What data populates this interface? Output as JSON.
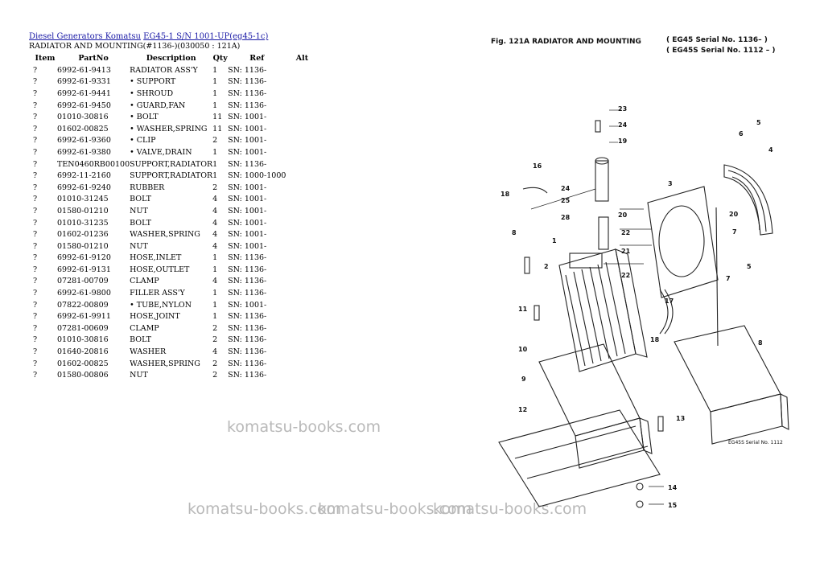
{
  "breadcrumb": {
    "link1": "Diesel Generators Komatsu",
    "link2": "EG45-1 S/N 1001-UP(eg45-1c)"
  },
  "subtitle": "RADIATOR AND MOUNTING(#1136-)(030050 : 121A)",
  "table": {
    "headers": [
      "Item",
      "PartNo",
      "Description",
      "Qty",
      "Ref",
      "Alt"
    ],
    "rows": [
      [
        "?",
        "6992-61-9413",
        "RADIATOR ASS'Y",
        "1",
        "SN: 1136-",
        ""
      ],
      [
        "?",
        "6992-61-9331",
        "• SUPPORT",
        "1",
        "SN: 1136-",
        ""
      ],
      [
        "?",
        "6992-61-9441",
        "• SHROUD",
        "1",
        "SN: 1136-",
        ""
      ],
      [
        "?",
        "6992-61-9450",
        "• GUARD,FAN",
        "1",
        "SN: 1136-",
        ""
      ],
      [
        "?",
        "01010-30816",
        "• BOLT",
        "11",
        "SN: 1001-",
        ""
      ],
      [
        "?",
        "01602-00825",
        "• WASHER,SPRING",
        "11",
        "SN: 1001-",
        ""
      ],
      [
        "?",
        "6992-61-9360",
        "• CLIP",
        "2",
        "SN: 1001-",
        ""
      ],
      [
        "?",
        "6992-61-9380",
        "• VALVE,DRAIN",
        "1",
        "SN: 1001-",
        ""
      ],
      [
        "?",
        "TEN0460RB00100",
        "SUPPORT,RADIATOR",
        "1",
        "SN: 1136-",
        ""
      ],
      [
        "?",
        "6992-11-2160",
        "SUPPORT,RADIATOR",
        "1",
        "SN: 1000-1000",
        ""
      ],
      [
        "?",
        "6992-61-9240",
        "RUBBER",
        "2",
        "SN: 1001-",
        ""
      ],
      [
        "?",
        "01010-31245",
        "BOLT",
        "4",
        "SN: 1001-",
        ""
      ],
      [
        "?",
        "01580-01210",
        "NUT",
        "4",
        "SN: 1001-",
        ""
      ],
      [
        "?",
        "01010-31235",
        "BOLT",
        "4",
        "SN: 1001-",
        ""
      ],
      [
        "?",
        "01602-01236",
        "WASHER,SPRING",
        "4",
        "SN: 1001-",
        ""
      ],
      [
        "?",
        "01580-01210",
        "NUT",
        "4",
        "SN: 1001-",
        ""
      ],
      [
        "?",
        "6992-61-9120",
        "HOSE,INLET",
        "1",
        "SN: 1136-",
        ""
      ],
      [
        "?",
        "6992-61-9131",
        "HOSE,OUTLET",
        "1",
        "SN: 1136-",
        ""
      ],
      [
        "?",
        "07281-00709",
        "CLAMP",
        "4",
        "SN: 1136-",
        ""
      ],
      [
        "?",
        "6992-61-9800",
        "FILLER ASS'Y",
        "1",
        "SN: 1136-",
        ""
      ],
      [
        "?",
        "07822-00809",
        "• TUBE,NYLON",
        "1",
        "SN: 1001-",
        ""
      ],
      [
        "?",
        "6992-61-9911",
        "HOSE,JOINT",
        "1",
        "SN: 1136-",
        ""
      ],
      [
        "?",
        "07281-00609",
        "CLAMP",
        "2",
        "SN: 1136-",
        ""
      ],
      [
        "?",
        "01010-30816",
        "BOLT",
        "2",
        "SN: 1136-",
        ""
      ],
      [
        "?",
        "01640-20816",
        "WASHER",
        "4",
        "SN: 1136-",
        ""
      ],
      [
        "?",
        "01602-00825",
        "WASHER,SPRING",
        "2",
        "SN: 1136-",
        ""
      ],
      [
        "?",
        "01580-00806",
        "NUT",
        "2",
        "SN: 1136-",
        ""
      ]
    ]
  },
  "watermarks": {
    "w1": "komatsu-books.com",
    "w2": "komatsu-books.com",
    "w3": "komatsu-books.com",
    "w4": "komatsu-books.com"
  },
  "figure": {
    "caption_left": "Fig. 121A  RADIATOR AND MOUNTING",
    "caption_right_1": "( EG45   Serial No. 1136– )",
    "caption_right_2": "( EG45S Serial No. 1112 – )",
    "inset_label": "EG45S Serial No. 1112",
    "callouts": [
      "23",
      "24",
      "19",
      "16",
      "18",
      "24",
      "25",
      "20",
      "28",
      "22",
      "21",
      "22",
      "3",
      "6",
      "5",
      "4",
      "20",
      "7",
      "8",
      "1",
      "2",
      "5",
      "7",
      "17",
      "11",
      "10",
      "18",
      "9",
      "12",
      "13",
      "8",
      "14",
      "15"
    ]
  }
}
